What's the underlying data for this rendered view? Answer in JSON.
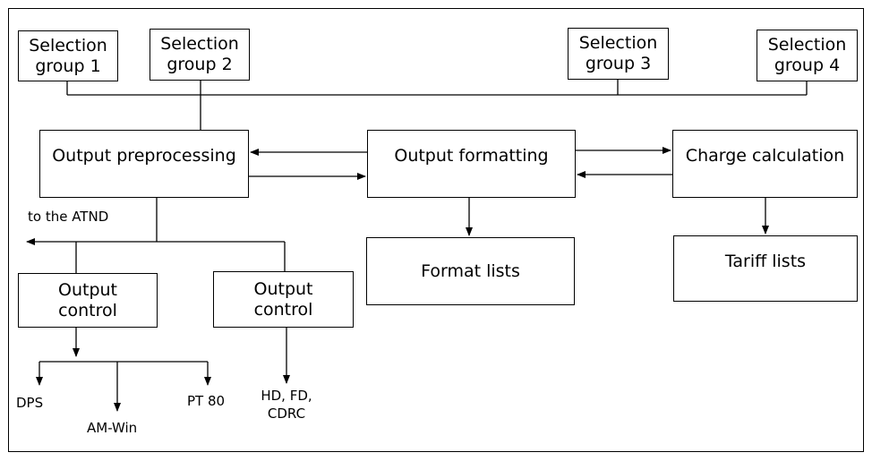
{
  "selection_groups": [
    {
      "line1": "Selection",
      "line2": "group 1"
    },
    {
      "line1": "Selection",
      "line2": "group 2"
    },
    {
      "line1": "Selection",
      "line2": "group 3"
    },
    {
      "line1": "Selection",
      "line2": "group 4"
    }
  ],
  "output_preprocessing": "Output preprocessing",
  "output_formatting": "Output formatting",
  "charge_calculation": "Charge calculation",
  "format_lists": "Format lists",
  "tariff_lists": "Tariff lists",
  "to_atnd": "to the ATND",
  "output_control_1": {
    "line1": "Output",
    "line2": "control"
  },
  "output_control_2": {
    "line1": "Output",
    "line2": "control"
  },
  "destinations_1": [
    "DPS",
    "AM-Win",
    "PT 80"
  ],
  "destinations_2": {
    "line1": "HD, FD,",
    "line2": "CDRC"
  }
}
